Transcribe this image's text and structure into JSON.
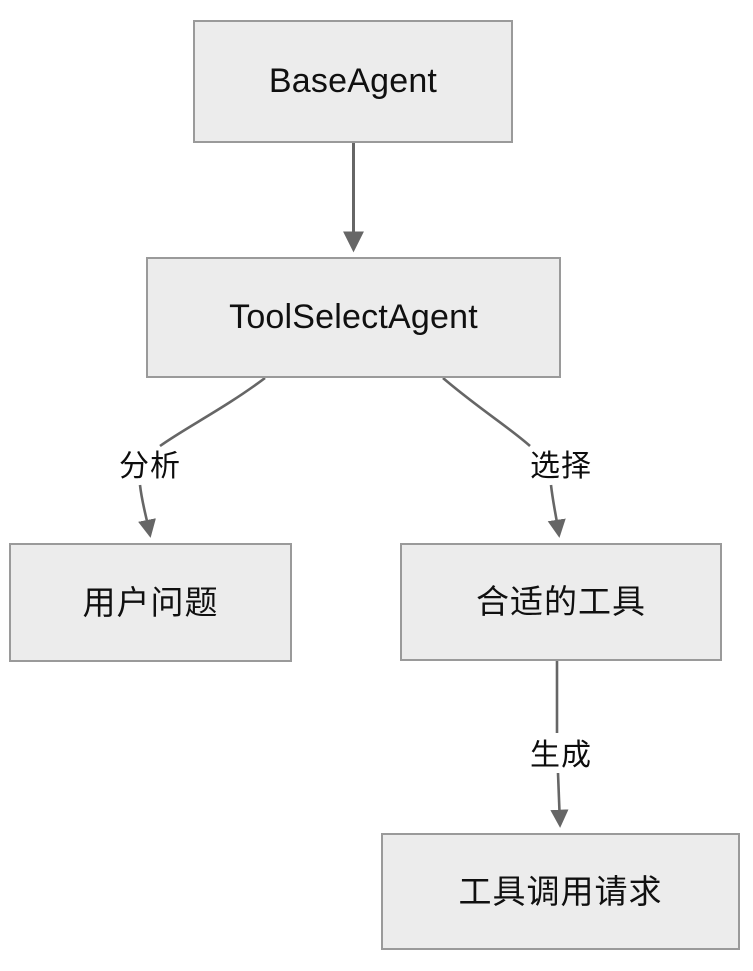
{
  "diagram": {
    "type": "flowchart",
    "direction": "top-down",
    "background_color": "#ffffff",
    "node_fill_color": "#ececec",
    "node_border_color": "#9a9a9a",
    "edge_color": "#666666",
    "text_color": "#101010",
    "nodes": [
      {
        "id": "base-agent",
        "label": "BaseAgent",
        "script": "latin"
      },
      {
        "id": "tool-select",
        "label": "ToolSelectAgent",
        "script": "latin"
      },
      {
        "id": "user-question",
        "label": "用户问题",
        "script": "cjk"
      },
      {
        "id": "suitable-tool",
        "label": "合适的工具",
        "script": "cjk"
      },
      {
        "id": "tool-call",
        "label": "工具调用请求",
        "script": "cjk"
      }
    ],
    "edges": [
      {
        "id": "base-to-toolselect",
        "from": "base-agent",
        "to": "tool-select",
        "label": ""
      },
      {
        "id": "toolselect-to-user",
        "from": "tool-select",
        "to": "user-question",
        "label": "分析"
      },
      {
        "id": "toolselect-to-tool",
        "from": "tool-select",
        "to": "suitable-tool",
        "label": "选择"
      },
      {
        "id": "tool-to-request",
        "from": "suitable-tool",
        "to": "tool-call",
        "label": "生成"
      }
    ]
  }
}
